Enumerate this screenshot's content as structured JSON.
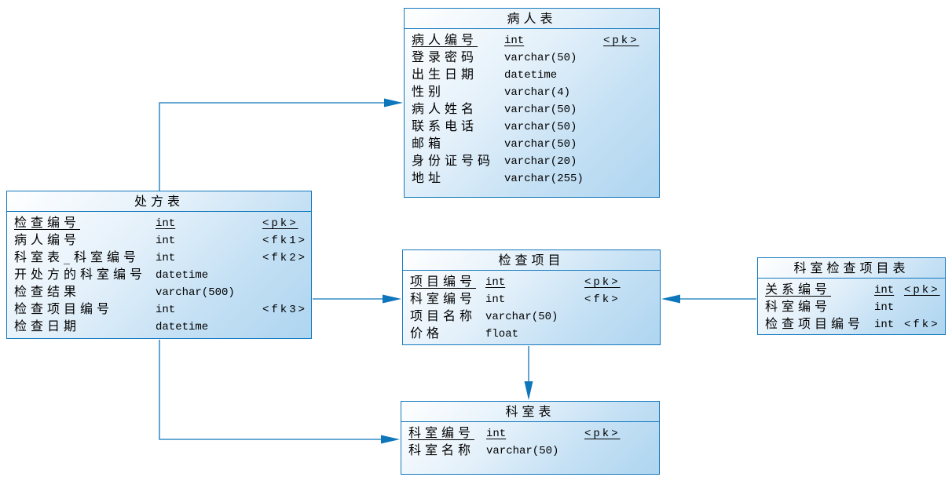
{
  "diagram": {
    "type": "er-diagram",
    "background": "#ffffff",
    "border_color": "#1478bd",
    "line_color": "#0e76bb",
    "fill_gradient": [
      "#ffffff",
      "#aed5f0"
    ]
  },
  "tables": [
    {
      "id": "patient",
      "title": "病人表",
      "rows": [
        {
          "name": "病人编号",
          "type": "int",
          "key": "<pk>",
          "pk": true
        },
        {
          "name": "登录密码",
          "type": "varchar(50)",
          "key": ""
        },
        {
          "name": "出生日期",
          "type": "datetime",
          "key": ""
        },
        {
          "name": "性别",
          "type": "varchar(4)",
          "key": ""
        },
        {
          "name": "病人姓名",
          "type": "varchar(50)",
          "key": ""
        },
        {
          "name": "联系电话",
          "type": "varchar(50)",
          "key": ""
        },
        {
          "name": "邮箱",
          "type": "varchar(50)",
          "key": ""
        },
        {
          "name": "身份证号码",
          "type": "varchar(20)",
          "key": ""
        },
        {
          "name": "地址",
          "type": "varchar(255)",
          "key": ""
        }
      ]
    },
    {
      "id": "prescription",
      "title": "处方表",
      "rows": [
        {
          "name": "检查编号",
          "type": "int",
          "key": "<pk>",
          "pk": true
        },
        {
          "name": "病人编号",
          "type": "int",
          "key": "<fk1>"
        },
        {
          "name": "科室表_科室编号",
          "type": "int",
          "key": "<fk2>"
        },
        {
          "name": "开处方的科室编号",
          "type": "datetime",
          "key": ""
        },
        {
          "name": "检查结果",
          "type": "varchar(500)",
          "key": ""
        },
        {
          "name": "检查项目编号",
          "type": "int",
          "key": "<fk3>"
        },
        {
          "name": "检查日期",
          "type": "datetime",
          "key": ""
        }
      ]
    },
    {
      "id": "exam-item",
      "title": "检查项目",
      "rows": [
        {
          "name": "项目编号",
          "type": "int",
          "key": "<pk>",
          "pk": true
        },
        {
          "name": "科室编号",
          "type": "int",
          "key": "<fk>"
        },
        {
          "name": "项目名称",
          "type": "varchar(50)",
          "key": ""
        },
        {
          "name": "价格",
          "type": "float",
          "key": ""
        }
      ]
    },
    {
      "id": "dept-exam-item",
      "title": "科室检查项目表",
      "rows": [
        {
          "name": "关系编号",
          "type": "int",
          "key": "<pk>",
          "pk": true
        },
        {
          "name": "科室编号",
          "type": "int",
          "key": ""
        },
        {
          "name": "检查项目编号",
          "type": "int",
          "key": "<fk>"
        }
      ]
    },
    {
      "id": "department",
      "title": "科室表",
      "rows": [
        {
          "name": "科室编号",
          "type": "int",
          "key": "<pk>",
          "pk": true
        },
        {
          "name": "科室名称",
          "type": "varchar(50)",
          "key": ""
        }
      ]
    }
  ],
  "relations": [
    {
      "id": "prescription-to-patient",
      "from": "处方表",
      "to": "病人表"
    },
    {
      "id": "prescription-to-exam-item",
      "from": "处方表",
      "to": "检查项目"
    },
    {
      "id": "dept-exam-item-to-exam-item",
      "from": "科室检查项目表",
      "to": "检查项目"
    },
    {
      "id": "exam-item-to-department",
      "from": "检查项目",
      "to": "科室表"
    },
    {
      "id": "prescription-to-department",
      "from": "处方表",
      "to": "科室表"
    }
  ]
}
